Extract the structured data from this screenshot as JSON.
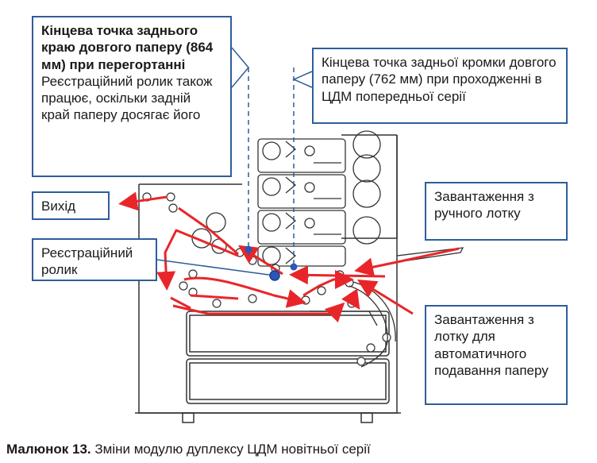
{
  "callouts": {
    "long_paper_end": {
      "title": "Кінцева точка заднього краю довгого паперу (864 мм) при перегортанні",
      "body": "Реєстраційний ролик також працює, оскільки задній край паперу досягає його"
    },
    "previous_series_end": {
      "text": "Кінцева точка задньої кромки довгого паперу (762 мм) при проходженні в ЦДМ попередньої серії"
    },
    "exit": {
      "label": "Вихід"
    },
    "registration_roller": {
      "label": "Реєстраційний ролик"
    },
    "manual_tray": {
      "text": "Завантаження з ручного лотку"
    },
    "adf_tray": {
      "text": "Завантаження з лотку для автоматичного подавання паперу"
    }
  },
  "caption": {
    "prefix": "Малюнок 13.",
    "text": " Зміни модулю дуплексу ЦДМ новітньої серії"
  },
  "colors": {
    "callout_border": "#2f5d9b",
    "paper_path": "#e8262a",
    "roller_marker": "#2b58b8",
    "machine_outline": "#333333"
  }
}
